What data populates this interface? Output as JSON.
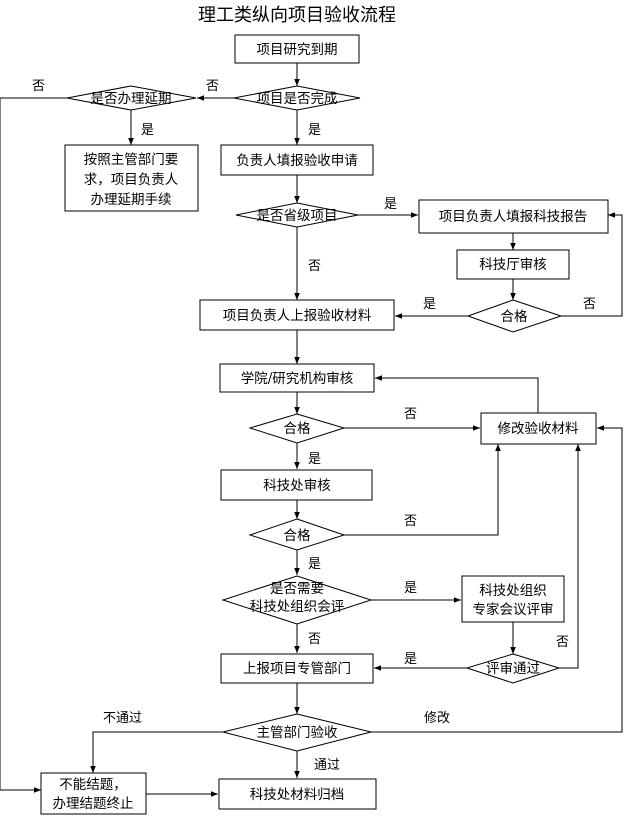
{
  "title": "理工类纵向项目验收流程",
  "nodes": {
    "project_due": "项目研究到期",
    "project_complete_q": "项目是否完成",
    "extend_q": "是否办理延期",
    "extend_procedure": [
      "按照主管部门要",
      "求，项目负责人",
      "办理延期手续"
    ],
    "leader_fill_apply": "负责人填报验收申请",
    "provincial_q": "是否省级项目",
    "leader_fill_report": "项目负责人填报科技报告",
    "dept_review": "科技厅审核",
    "dept_pass_q": "合格",
    "leader_submit": "项目负责人上报验收材料",
    "college_review": "学院/研究机构审核",
    "college_pass_q": "合格",
    "modify_materials": "修改验收材料",
    "tech_office_review": "科技处审核",
    "tech_pass_q": "合格",
    "need_panel_q": [
      "是否需要",
      "科技处组织会评"
    ],
    "expert_panel": [
      "科技处组织",
      "专家会议评审"
    ],
    "panel_pass_q": "评审通过",
    "report_dept": "上报项目专管部门",
    "authority_check": "主管部门验收",
    "fail_terminate": [
      "不能结题，",
      "办理结题终止"
    ],
    "archive": "科技处材料归档"
  },
  "edge_labels": {
    "no": "否",
    "yes": "是",
    "not_pass": "不通过",
    "modify": "修改",
    "pass": "通过"
  }
}
